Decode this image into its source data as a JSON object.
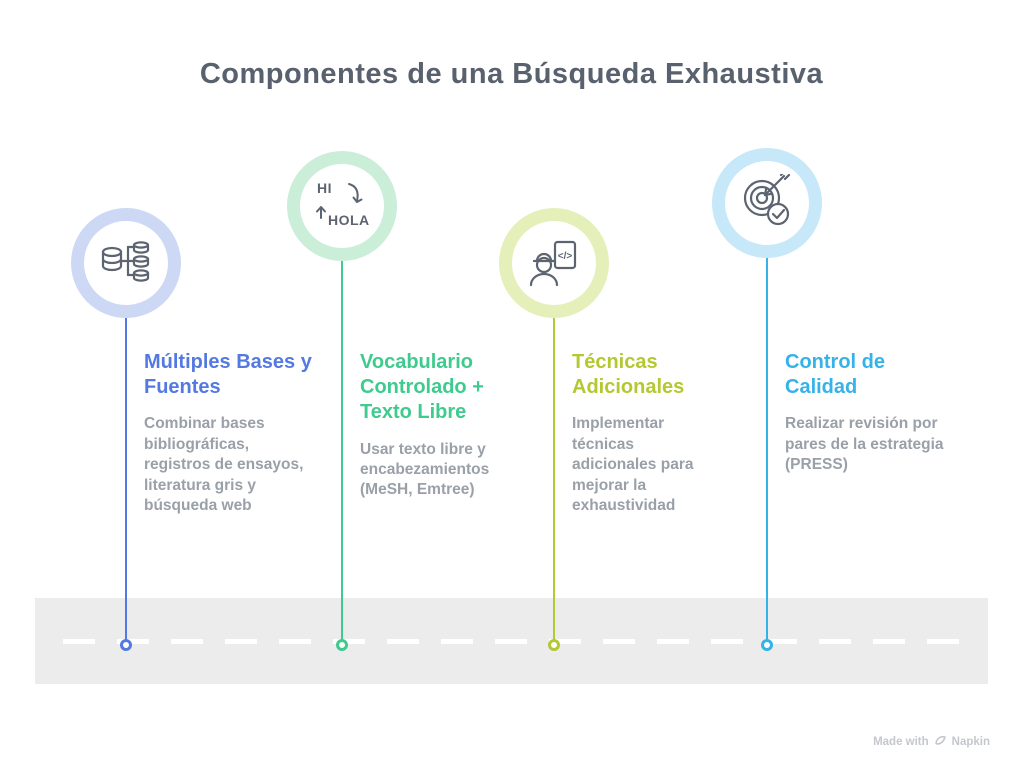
{
  "page": {
    "title": "Componentes de una Búsqueda Exhaustiva"
  },
  "colors": {
    "title_text": "#59616e",
    "body_text": "#9aa0a8",
    "road": "#ececec",
    "icon_stroke": "#5d6471"
  },
  "columns": [
    {
      "heading": "Múltiples Bases y Fuentes",
      "body": "Combinar bases bibliográficas, registros de ensayos, literatura gris y búsqueda web",
      "icon": "database-branch-icon",
      "accent": "#5579e2",
      "ring": "#cdd9f4"
    },
    {
      "heading": "Vocabulario Controlado + Texto Libre",
      "body": "Usar texto libre y encabezamientos (MeSH, Emtree)",
      "icon": "translation-icon",
      "icon_word_top": "HI",
      "icon_word_bottom": "HOLA",
      "accent": "#3fcb8d",
      "ring": "#cbeed9"
    },
    {
      "heading": "Técnicas Adicionales",
      "body": "Implementar técnicas adicionales para mejorar la exhaustividad",
      "icon": "engineer-code-icon",
      "icon_glyph": "</>",
      "accent": "#b4c832",
      "ring": "#e5efba"
    },
    {
      "heading": "Control de Calidad",
      "body": "Realizar revisión por pares de la estrategia (PRESS)",
      "icon": "target-check-icon",
      "accent": "#35b3e8",
      "ring": "#c6e8f8"
    }
  ],
  "watermark": {
    "made_with": "Made with",
    "brand": "Napkin"
  }
}
